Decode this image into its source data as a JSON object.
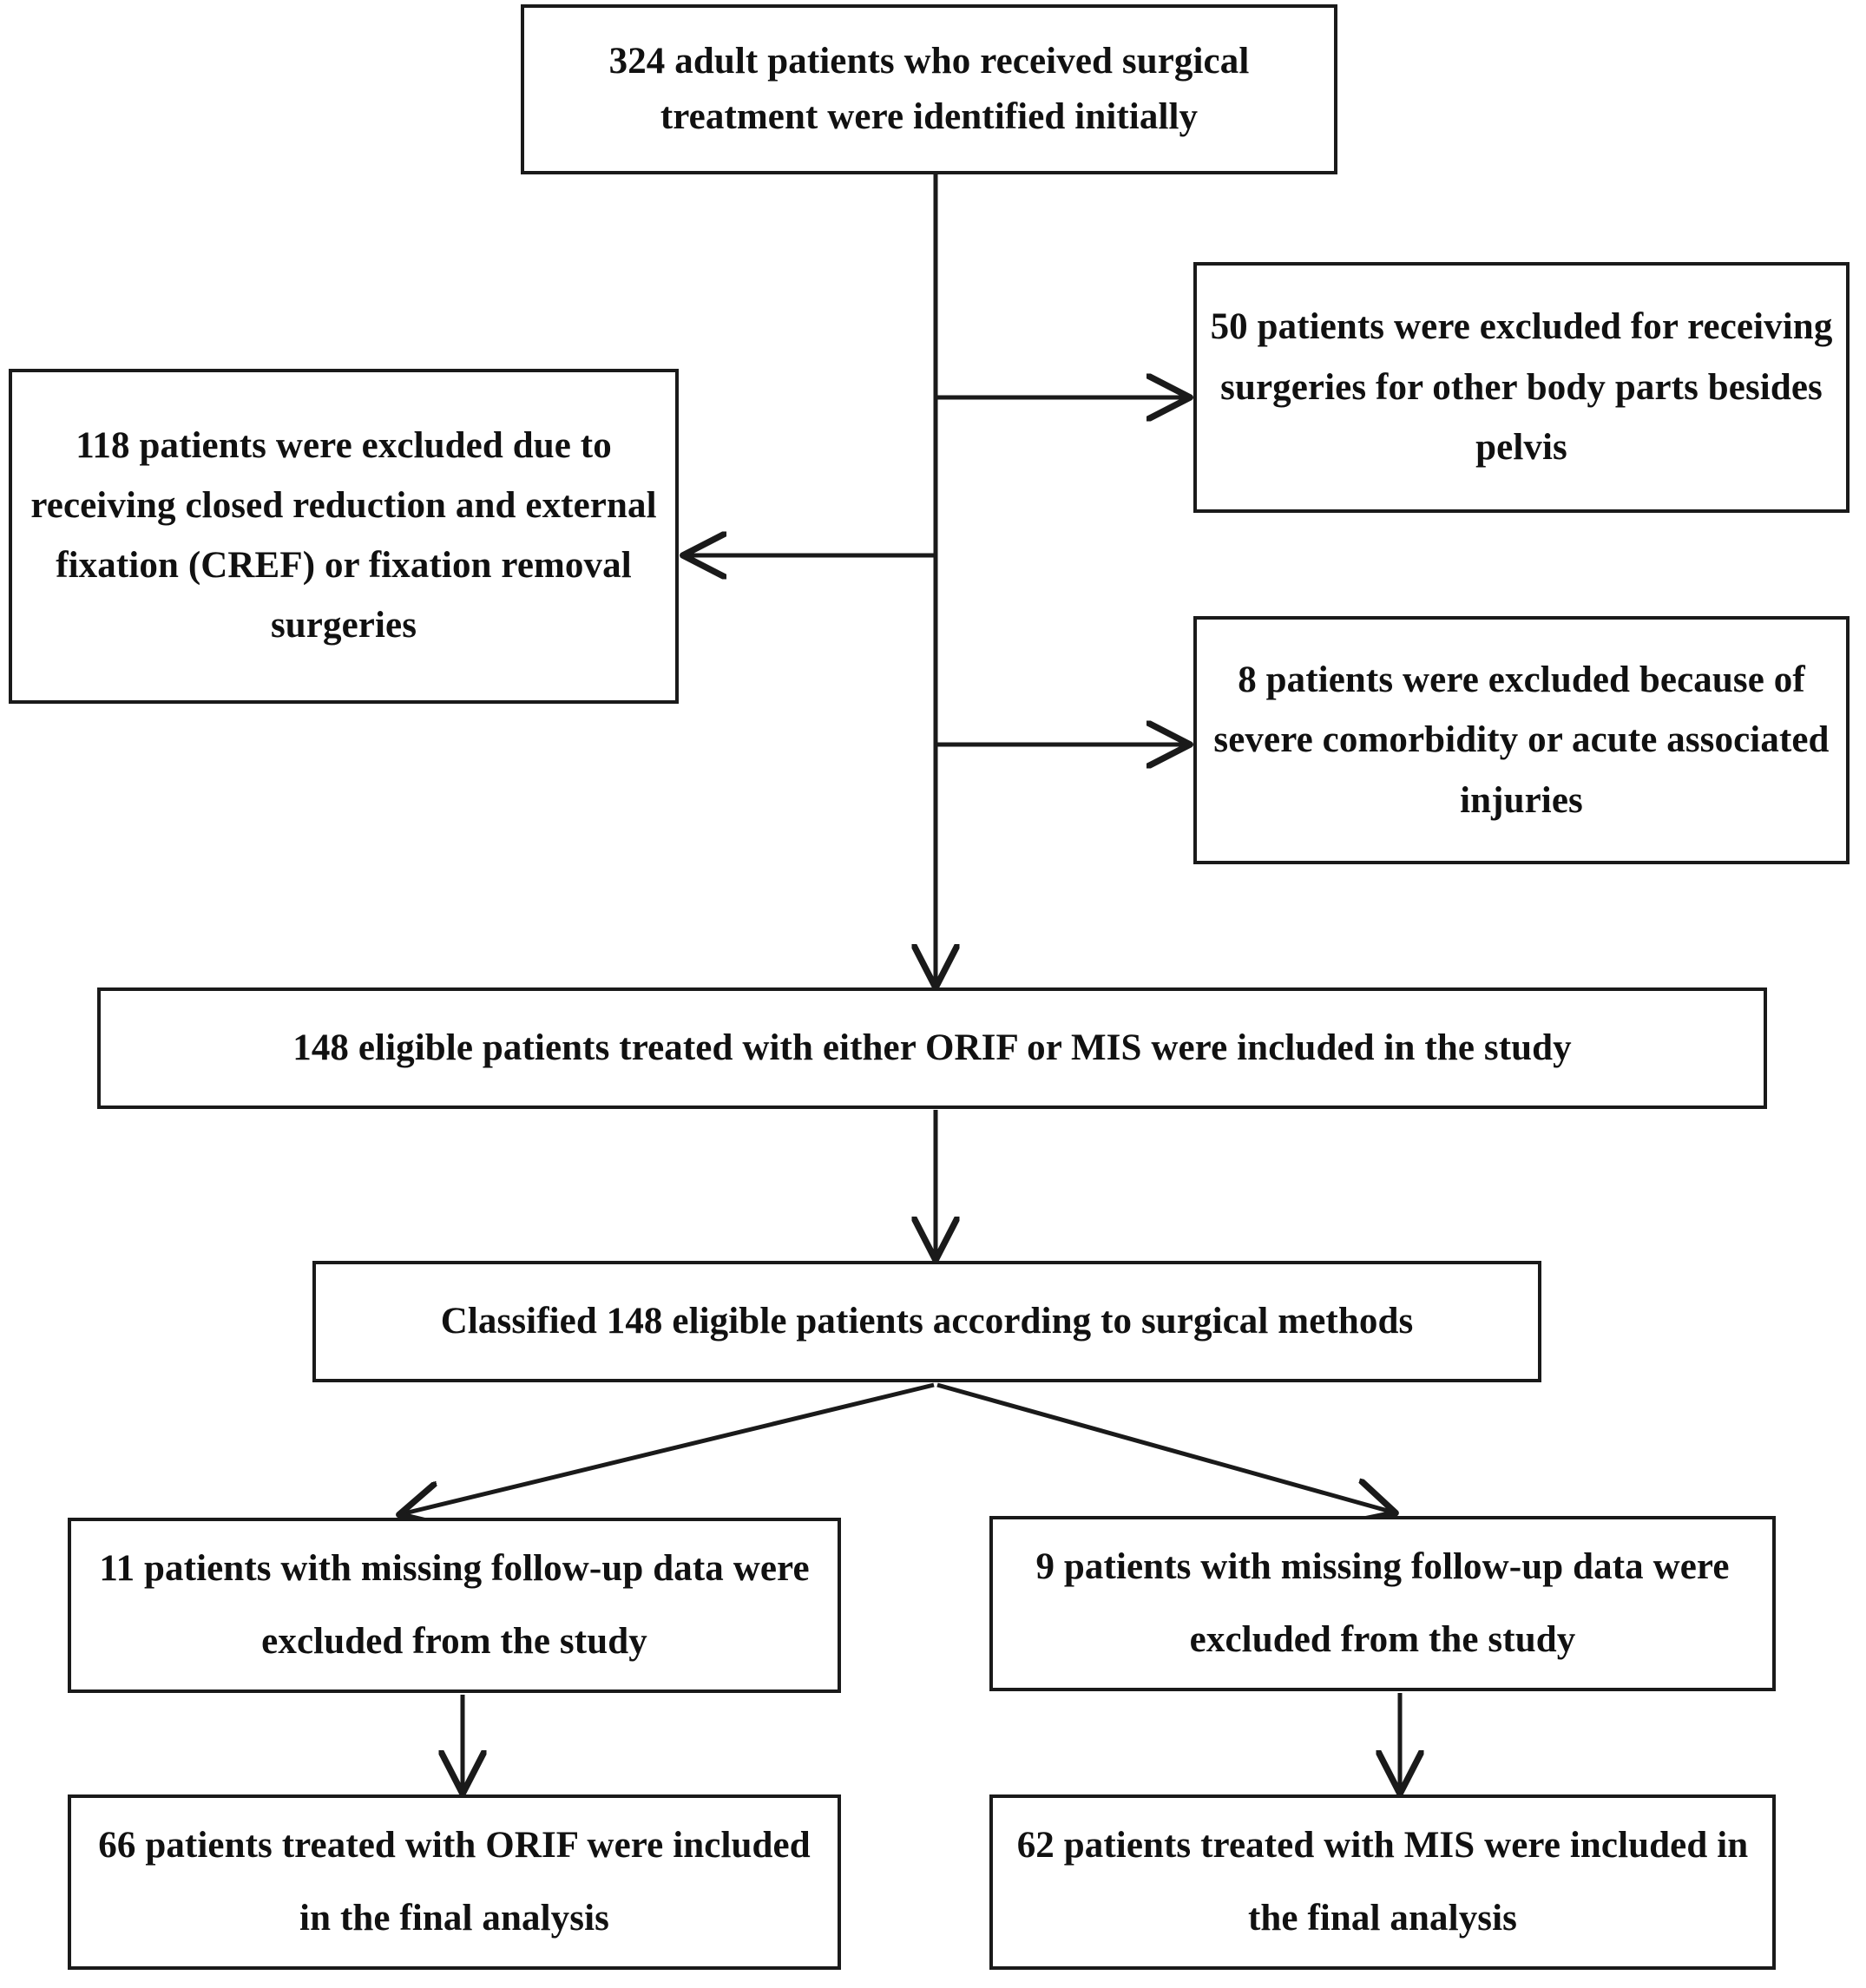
{
  "figure": {
    "type": "flowchart",
    "orientation": "top-to-bottom",
    "stroke_color": "#1a1a1a",
    "text_color": "#111111",
    "background_color": "#ffffff"
  },
  "nodes": {
    "initial": {
      "id": "initial",
      "text": "324 adult patients who received surgical treatment were identified initially",
      "count": 324
    },
    "excluded_other_body_parts": {
      "id": "excluded_other_body_parts",
      "text": "50 patients were excluded for receiving surgeries for other body parts besides pelvis",
      "count": 50
    },
    "excluded_cref": {
      "id": "excluded_cref",
      "text": "118 patients were excluded due to receiving closed reduction and external fixation (CREF) or fixation removal surgeries",
      "count": 118
    },
    "excluded_comorbidity": {
      "id": "excluded_comorbidity",
      "text": "8 patients were excluded because of severe comorbidity or acute associated injuries",
      "count": 8
    },
    "eligible": {
      "id": "eligible",
      "text": "148 eligible patients treated with either ORIF or MIS were included in the study",
      "count": 148
    },
    "classified": {
      "id": "classified",
      "text": "Classified 148 eligible patients according to surgical methods",
      "count": 148
    },
    "missing_orif": {
      "id": "missing_orif",
      "text": "11 patients with missing follow-up data were excluded from the study",
      "count": 11
    },
    "missing_mis": {
      "id": "missing_mis",
      "text": "9 patients with missing follow-up data were excluded from the study",
      "count": 9
    },
    "final_orif": {
      "id": "final_orif",
      "text": "66 patients treated with ORIF were included in the final analysis",
      "count": 66
    },
    "final_mis": {
      "id": "final_mis",
      "text": "62 patients treated with MIS were included in the final analysis",
      "count": 62
    }
  },
  "edges": [
    {
      "from": "initial",
      "to": "excluded_other_body_parts",
      "style": "elbow-right",
      "arrow": "end"
    },
    {
      "from": "initial",
      "to": "excluded_cref",
      "style": "elbow-left",
      "arrow": "end"
    },
    {
      "from": "initial",
      "to": "excluded_comorbidity",
      "style": "elbow-right",
      "arrow": "end"
    },
    {
      "from": "initial",
      "to": "eligible",
      "style": "straight-down",
      "arrow": "end"
    },
    {
      "from": "eligible",
      "to": "classified",
      "style": "straight-down",
      "arrow": "end"
    },
    {
      "from": "classified",
      "to": "missing_orif",
      "style": "diagonal-left",
      "arrow": "end"
    },
    {
      "from": "classified",
      "to": "missing_mis",
      "style": "diagonal-right",
      "arrow": "end"
    },
    {
      "from": "missing_orif",
      "to": "final_orif",
      "style": "straight-down",
      "arrow": "end"
    },
    {
      "from": "missing_mis",
      "to": "final_mis",
      "style": "straight-down",
      "arrow": "end"
    }
  ]
}
